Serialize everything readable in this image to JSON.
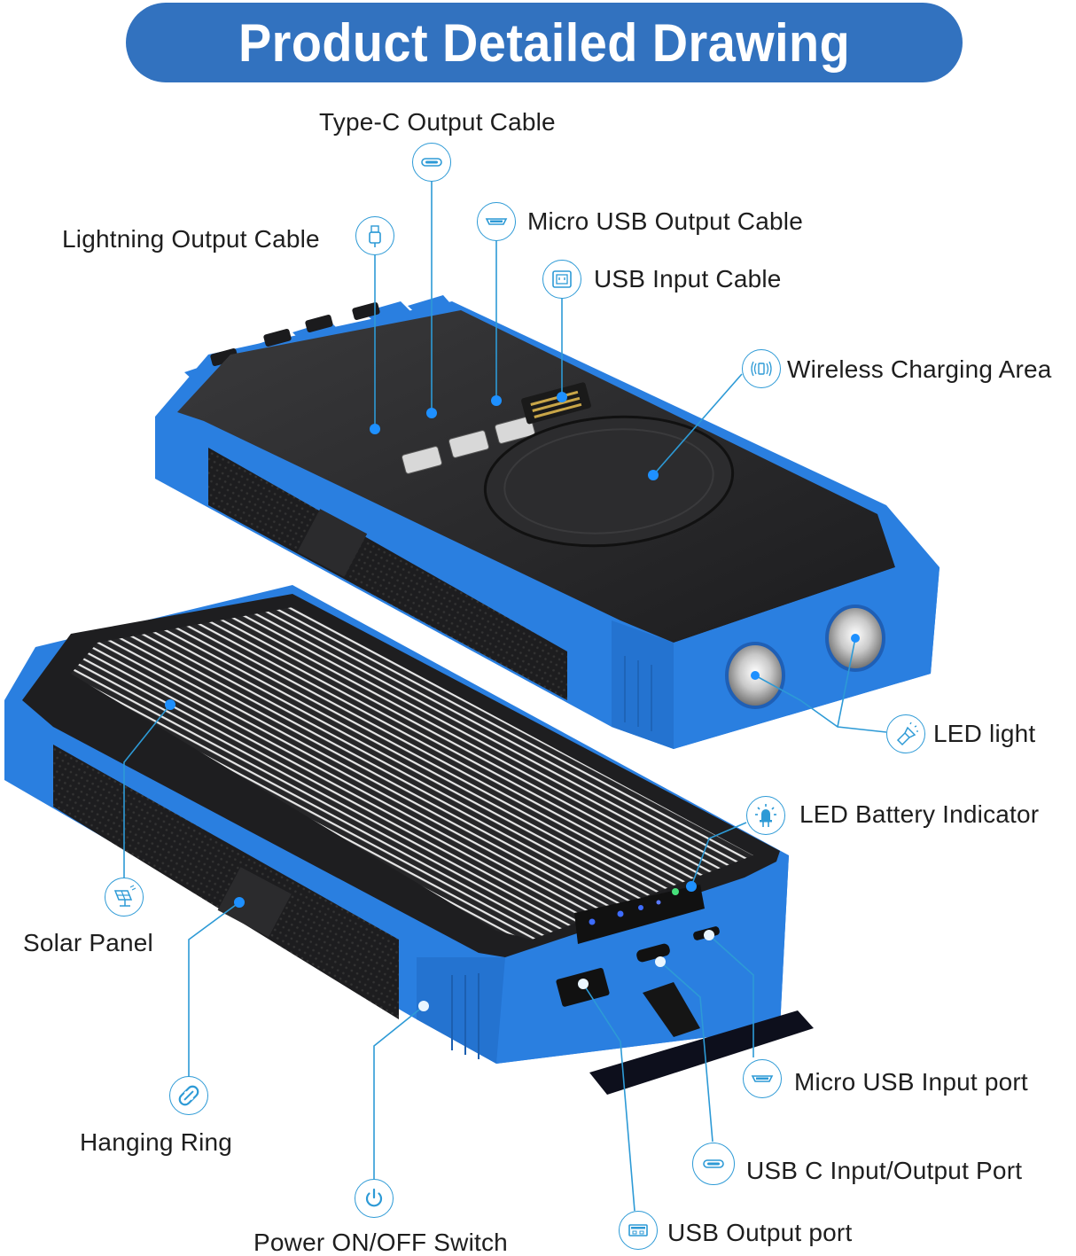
{
  "title": "Product Detailed Drawing",
  "colors": {
    "accent_blue": "#3272bf",
    "callout_line": "#2d9ad6",
    "device_blue": "#2a7fe0",
    "device_black": "#2a2a2c",
    "text": "#1e1e1e"
  },
  "callouts": [
    {
      "id": "type-c-output-cable",
      "label": "Type-C Output Cable",
      "icon": "usb-c-icon"
    },
    {
      "id": "lightning-output-cable",
      "label": "Lightning Output Cable",
      "icon": "lightning-plug-icon"
    },
    {
      "id": "micro-usb-output-cable",
      "label": "Micro USB Output Cable",
      "icon": "micro-usb-icon"
    },
    {
      "id": "usb-input-cable",
      "label": "USB Input Cable",
      "icon": "usb-a-plug-icon"
    },
    {
      "id": "wireless-charging-area",
      "label": "Wireless Charging Area",
      "icon": "wireless-charging-icon"
    },
    {
      "id": "led-light",
      "label": "LED light",
      "icon": "flashlight-icon"
    },
    {
      "id": "led-battery-indicator",
      "label": "LED Battery Indicator",
      "icon": "led-bulb-icon"
    },
    {
      "id": "solar-panel",
      "label": "Solar Panel",
      "icon": "solar-panel-icon"
    },
    {
      "id": "hanging-ring",
      "label": "Hanging Ring",
      "icon": "carabiner-icon"
    },
    {
      "id": "micro-usb-input-port",
      "label": "Micro USB Input port",
      "icon": "micro-usb-icon"
    },
    {
      "id": "usb-c-input-output-port",
      "label": "USB C Input/Output Port",
      "icon": "usb-c-icon"
    },
    {
      "id": "usb-output-port",
      "label": "USB Output port",
      "icon": "usb-a-port-icon"
    },
    {
      "id": "power-switch",
      "label": "Power ON/OFF Switch",
      "icon": "power-icon"
    }
  ]
}
